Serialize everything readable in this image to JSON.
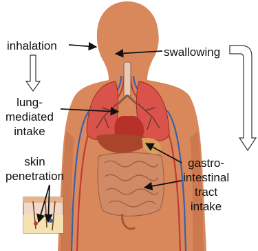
{
  "labels": {
    "inhalation": "inhalation",
    "swallowing": "swallowing",
    "lung_line1": "lung-",
    "lung_line2": "mediated",
    "lung_line3": "intake",
    "skin_line1": "skin",
    "skin_line2": "penetration",
    "gi_line1": "gastro-",
    "gi_line2": "intestinal",
    "gi_line3": "tract",
    "gi_line4": "intake"
  },
  "colors": {
    "skin": "#d9885c",
    "skin_shadow": "#c26e45",
    "lung": "#d9534a",
    "heart": "#b8302a",
    "liver": "#a8452c",
    "intestine": "#d08a66",
    "vein": "#3b5fa8",
    "artery": "#c23a30",
    "arrow": "#111111"
  }
}
